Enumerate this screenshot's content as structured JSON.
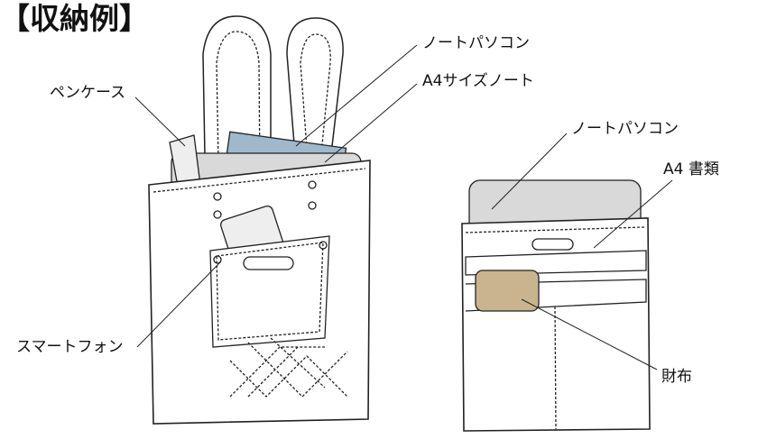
{
  "title": "【収納例】",
  "left_bag": {
    "labels": {
      "laptop": "ノートパソコン",
      "a4_notebook": "A4サイズノート",
      "pen_case": "ペンケース",
      "smartphone": "スマートフォン"
    }
  },
  "right_bag": {
    "labels": {
      "laptop": "ノートパソコン",
      "a4_documents": "A4 書類",
      "wallet": "財布"
    }
  },
  "colors": {
    "line": "#222222",
    "laptop": "#d9d9d9",
    "notebook": "#9fb8cc",
    "wallet": "#c9b48f",
    "accent": "#e0508a"
  }
}
